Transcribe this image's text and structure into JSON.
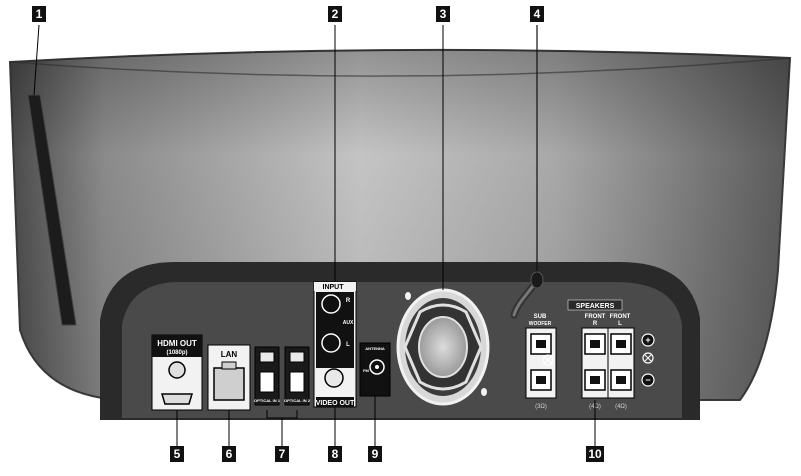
{
  "callouts": [
    {
      "id": "1",
      "target": "disc-slot"
    },
    {
      "id": "2",
      "target": "aux-input"
    },
    {
      "id": "3",
      "target": "cooling-fan"
    },
    {
      "id": "4",
      "target": "power-cord"
    },
    {
      "id": "5",
      "target": "hdmi-out"
    },
    {
      "id": "6",
      "target": "lan-port"
    },
    {
      "id": "7",
      "target": "optical-inputs"
    },
    {
      "id": "8",
      "target": "video-out"
    },
    {
      "id": "9",
      "target": "antenna"
    },
    {
      "id": "10",
      "target": "speaker-terminals"
    }
  ],
  "panel": {
    "hdmi_title": "HDMI OUT",
    "hdmi_sub": "(1080p)",
    "lan": "LAN",
    "optical_1": "OPTICAL IN 1",
    "optical_2": "OPTICAL IN 2",
    "input": "INPUT",
    "aux": "AUX",
    "aux_r": "R",
    "aux_l": "L",
    "video_out": "VIDEO OUT",
    "antenna": "ANTENNA",
    "fm": "FM",
    "speakers": "SPEAKERS",
    "sub_woofer_1": "SUB",
    "sub_woofer_2": "WOOFER",
    "front_r_1": "FRONT",
    "front_r_2": "R",
    "front_l_1": "FRONT",
    "front_l_2": "L",
    "imp_sub": "(3Ω)",
    "imp_r": "(4Ω)",
    "imp_l": "(4Ω)",
    "plus": "+",
    "minus": "−"
  },
  "colors": {
    "callout_box": "#111111",
    "panel_dark": "#2a2a2a",
    "panel_inner": "#4a4a4a",
    "body_light": "#b8b8b8",
    "body_dark": "#555555"
  }
}
